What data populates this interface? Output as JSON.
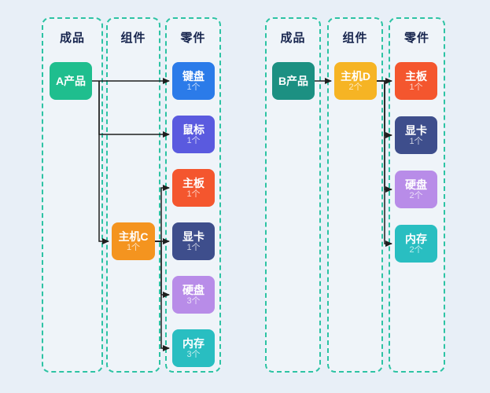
{
  "palette": {
    "background": "#E8EFF7",
    "lane_border": "#2DC3A4",
    "header_text": "#17254E",
    "edge_color": "#1F1F1F"
  },
  "left_group": {
    "headers": [
      "成品",
      "组件",
      "零件"
    ],
    "product": {
      "label": "A产品",
      "color": "#1FBE8E"
    },
    "component": {
      "label": "主机C",
      "qty": "1个",
      "color": "#F4941F"
    },
    "parts": [
      {
        "label": "键盘",
        "qty": "1个",
        "color": "#2B7BE9"
      },
      {
        "label": "鼠标",
        "qty": "1个",
        "color": "#5A5ADF"
      },
      {
        "label": "主板",
        "qty": "1个",
        "color": "#F4562E"
      },
      {
        "label": "显卡",
        "qty": "1个",
        "color": "#3E4E8C"
      },
      {
        "label": "硬盘",
        "qty": "3个",
        "color": "#B88CE8"
      },
      {
        "label": "内存",
        "qty": "3个",
        "color": "#29BEC1"
      }
    ]
  },
  "right_group": {
    "headers": [
      "成品",
      "组件",
      "零件"
    ],
    "product": {
      "label": "B产品",
      "color": "#1C9082"
    },
    "component": {
      "label": "主机D",
      "qty": "2个",
      "color": "#F6B424"
    },
    "parts": [
      {
        "label": "主板",
        "qty": "1个",
        "color": "#F4562E"
      },
      {
        "label": "显卡",
        "qty": "1个",
        "color": "#3E4E8C"
      },
      {
        "label": "硬盘",
        "qty": "2个",
        "color": "#B88CE8"
      },
      {
        "label": "内存",
        "qty": "2个",
        "color": "#29BEC1"
      }
    ]
  }
}
